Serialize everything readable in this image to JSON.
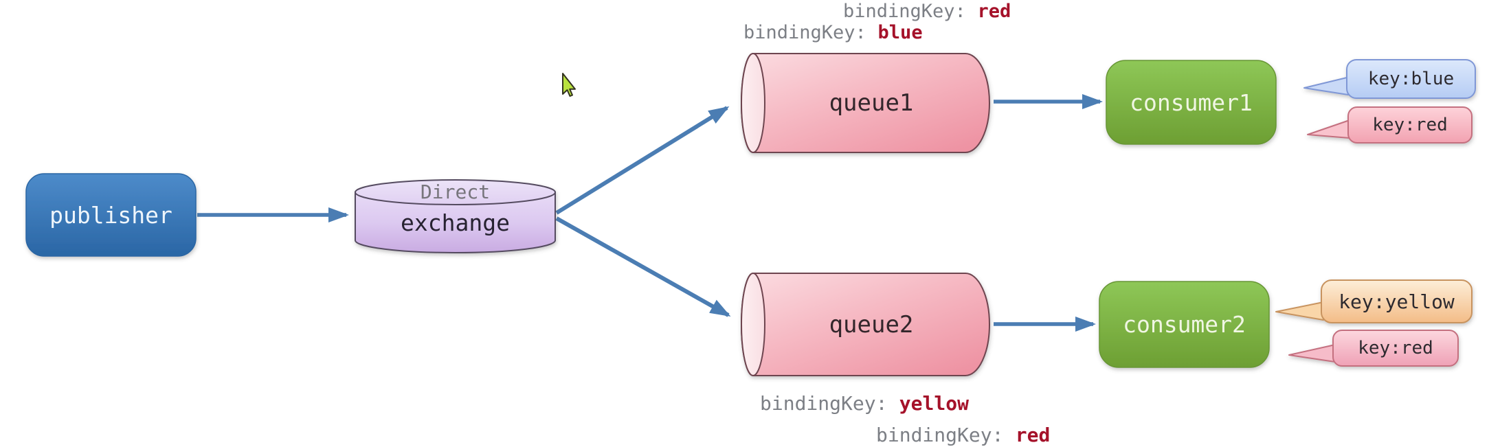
{
  "diagram": {
    "publisher": {
      "label": "publisher"
    },
    "exchange": {
      "kind": "Direct",
      "label": "exchange"
    },
    "queues": [
      {
        "label": "queue1"
      },
      {
        "label": "queue2"
      }
    ],
    "consumers": [
      {
        "label": "consumer1"
      },
      {
        "label": "consumer2"
      }
    ],
    "binding_keys": [
      {
        "label": "bindingKey:",
        "value": "red",
        "annotates": "queue1"
      },
      {
        "label": "bindingKey:",
        "value": "blue",
        "annotates": "queue1"
      },
      {
        "label": "bindingKey:",
        "value": "yellow",
        "annotates": "queue2"
      },
      {
        "label": "bindingKey:",
        "value": "red",
        "annotates": "queue2"
      }
    ],
    "routing_key_badges": [
      {
        "label": "key:blue",
        "annotates": "consumer1"
      },
      {
        "label": "key:red",
        "annotates": "consumer1"
      },
      {
        "label": "key:yellow",
        "annotates": "consumer2"
      },
      {
        "label": "key:red",
        "annotates": "consumer2"
      }
    ]
  },
  "theme": {
    "background": "#ffffff",
    "arrow": "#4b7db3",
    "publisher_fill": "#3577b7",
    "publisher_border": "#2b66a4",
    "publisher_text": "#eef5fb",
    "exchange_fill": "#d9c6ee",
    "exchange_stroke": "#554b61",
    "exchange_text": "#272231",
    "exchange_kind_text": "#77757c",
    "queue_fill": "#f4b3bf",
    "queue_stroke": "#6e4450",
    "queue_text": "#33262b",
    "consumer_fill": "#7db342",
    "consumer_border": "#679636",
    "consumer_text": "#f0f6e3",
    "binding_label": "#7c7f85",
    "binding_value": "#a5122a",
    "badge_blue": "#bcd1f5",
    "badge_blue_border": "#7f97d6",
    "badge_red": "#f5a9b6",
    "badge_red_border": "#c46f7f",
    "badge_yellow": "#f5c28d",
    "badge_yellow_border": "#c8935f",
    "badge_text": "#2d2a2f",
    "cursor_fill": "#b9e23f"
  }
}
